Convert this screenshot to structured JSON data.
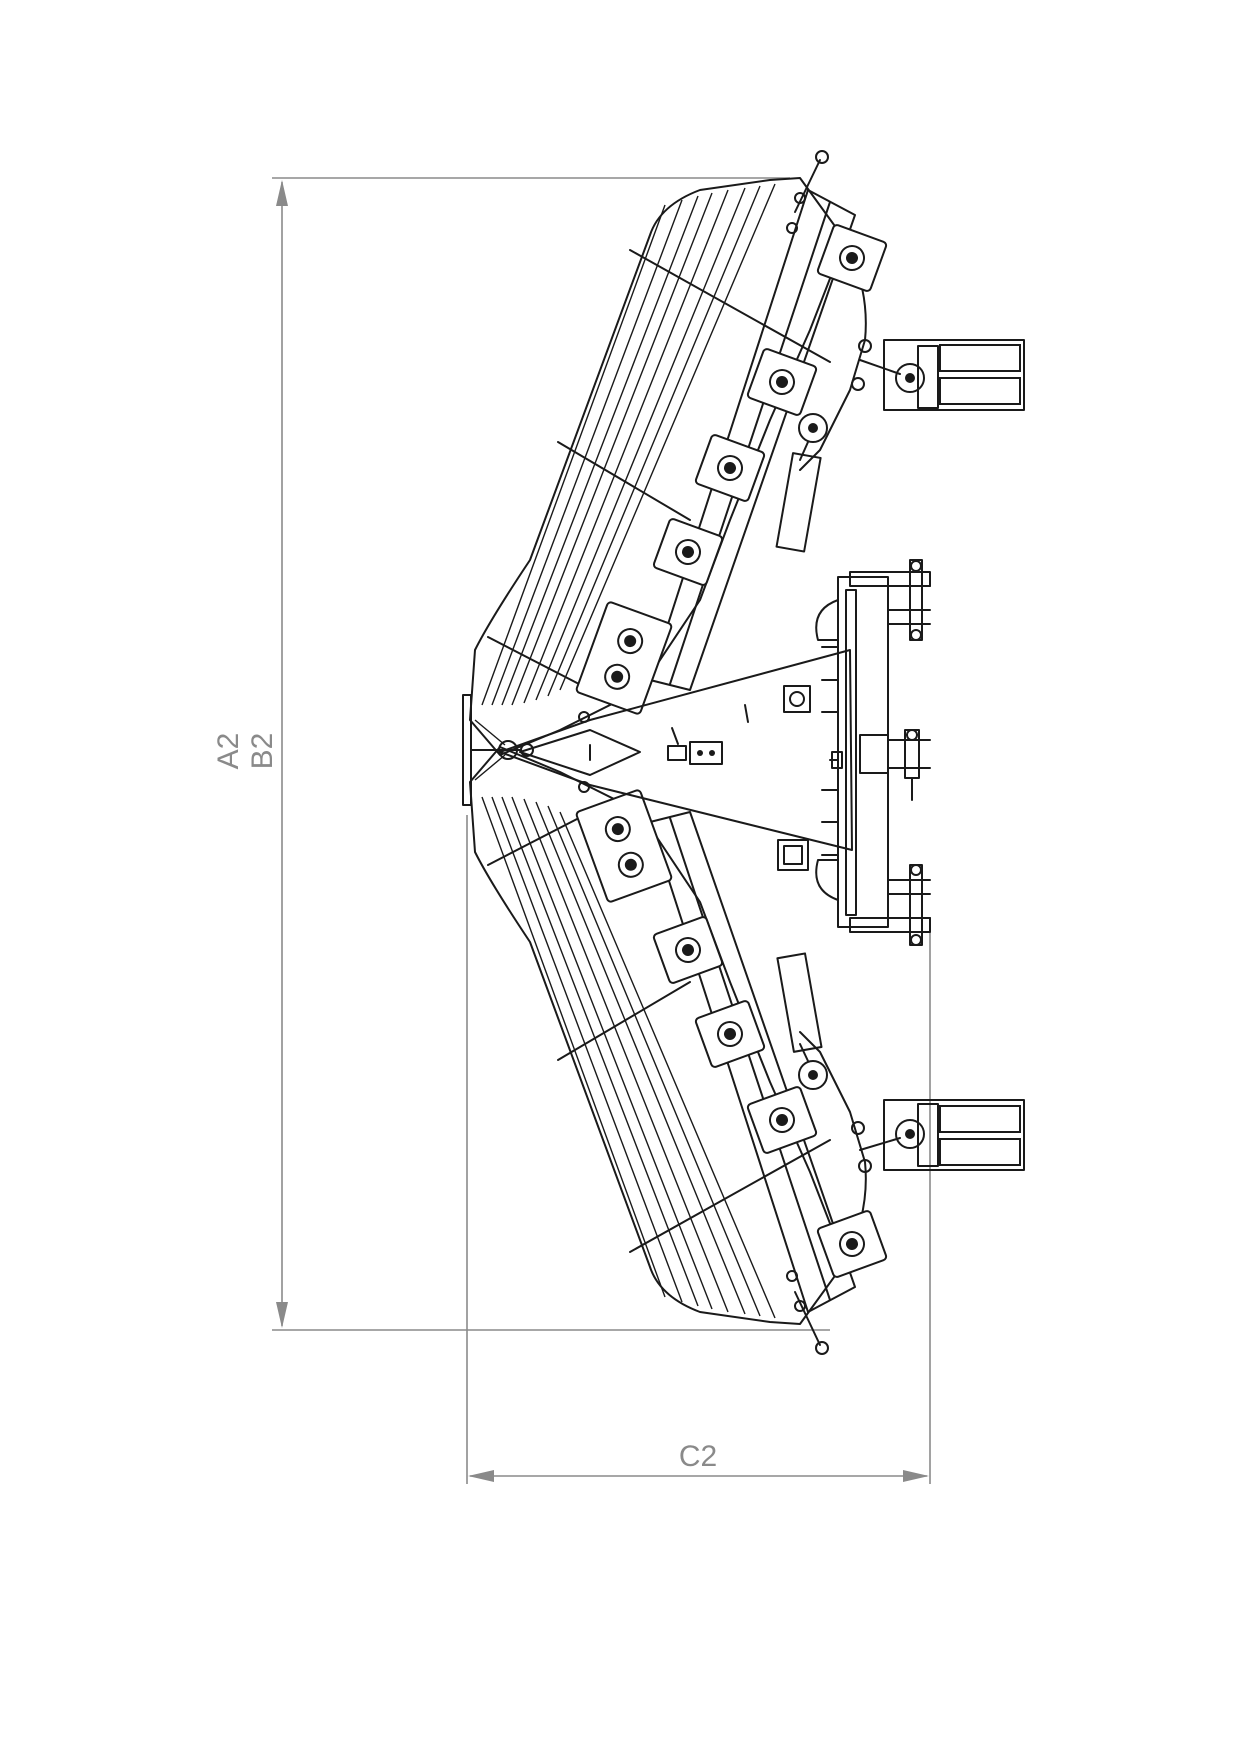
{
  "dimensions": {
    "vertical_label_1": "A2",
    "vertical_label_2": "B2",
    "horizontal_label": "C2"
  },
  "colors": {
    "line": "#1a1a1a",
    "dimension": "#8a8a8a",
    "background": "#ffffff"
  }
}
